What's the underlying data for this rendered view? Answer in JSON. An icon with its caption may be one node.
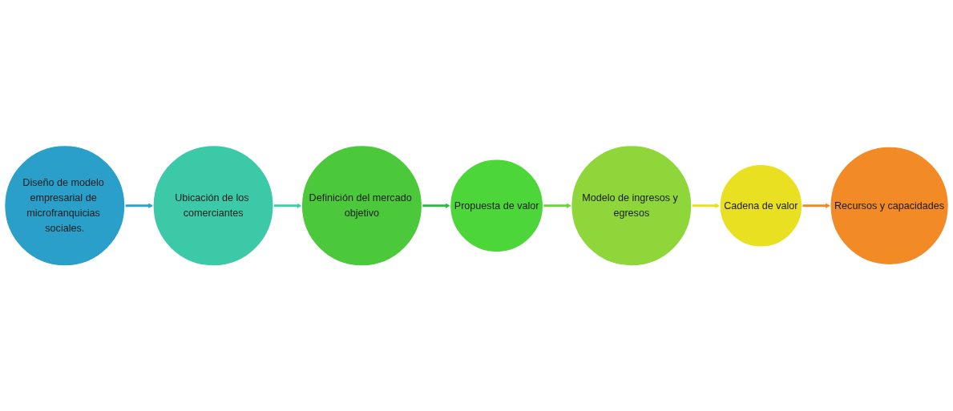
{
  "diagram": {
    "nodes": [
      {
        "text": [
          "Diseño de modelo empresarial de microfranquicias sociales."
        ]
      },
      {
        "text": [
          "Ubicación de los comerciantes"
        ]
      },
      {
        "text": [
          "Definición del mercado objetivo"
        ]
      },
      {
        "text": [
          "Propuesta de valor"
        ]
      },
      {
        "text": [
          "Modelo de ingresos y egresos"
        ]
      },
      {
        "text": [
          "Cadena de valor"
        ]
      },
      {
        "text": [
          "Recursos y capacidades"
        ]
      }
    ],
    "edges": [
      {
        "from": 0,
        "to": 1,
        "arrow": "to",
        "color": "#2aa3cc"
      },
      {
        "from": 1,
        "to": 2,
        "arrow": "to",
        "color": "#3ccfa8"
      },
      {
        "from": 2,
        "to": 3,
        "arrow": "to",
        "color": "#2fb84a"
      },
      {
        "from": 3,
        "to": 4,
        "arrow": "to",
        "color": "#6cd43a"
      },
      {
        "from": 4,
        "to": 5,
        "arrow": "to",
        "color": "#e6e01e"
      },
      {
        "from": 5,
        "to": 6,
        "arrow": "to",
        "color": "#f08a24"
      }
    ]
  }
}
